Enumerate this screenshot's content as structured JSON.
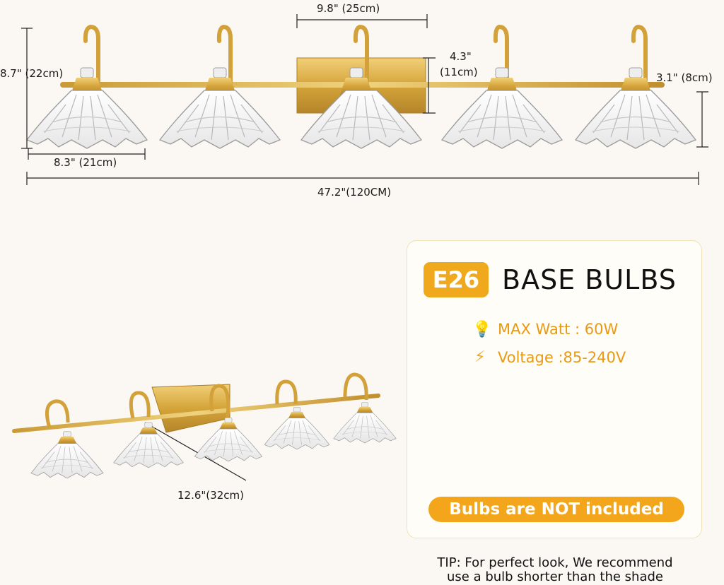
{
  "dimensions": {
    "arm_width": "9.8\" (25cm)",
    "backplate_height": "4.3\"",
    "backplate_height_cm": "(11cm)",
    "total_height": "8.7\" (22cm)",
    "shade_height": "3.1\" (8cm)",
    "shade_width": "8.3\" (21cm)",
    "total_width": "47.2\"(120CM)",
    "extension": "12.6\"(32cm)"
  },
  "bulb_panel": {
    "base_badge": "E26",
    "base_title": "BASE BULBS",
    "max_watt": "MAX Watt : 60W",
    "voltage": "Voltage :85-240V",
    "not_included": "Bulbs are NOT included",
    "bulb_icons": [
      "edison-filament-bulb-icon",
      "tubular-filament-bulb-icon",
      "rgb-smart-bulb-icon",
      "led-a19-bulb-icon",
      "spiral-cfl-bulb-icon",
      "flame-effect-bulb-icon"
    ]
  },
  "tip": {
    "line1": "TIP: For perfect look, We recommend",
    "line2": "use a bulb shorter than the shade"
  },
  "colors": {
    "gold": "#d9a93a",
    "accent": "#f0a91c"
  }
}
